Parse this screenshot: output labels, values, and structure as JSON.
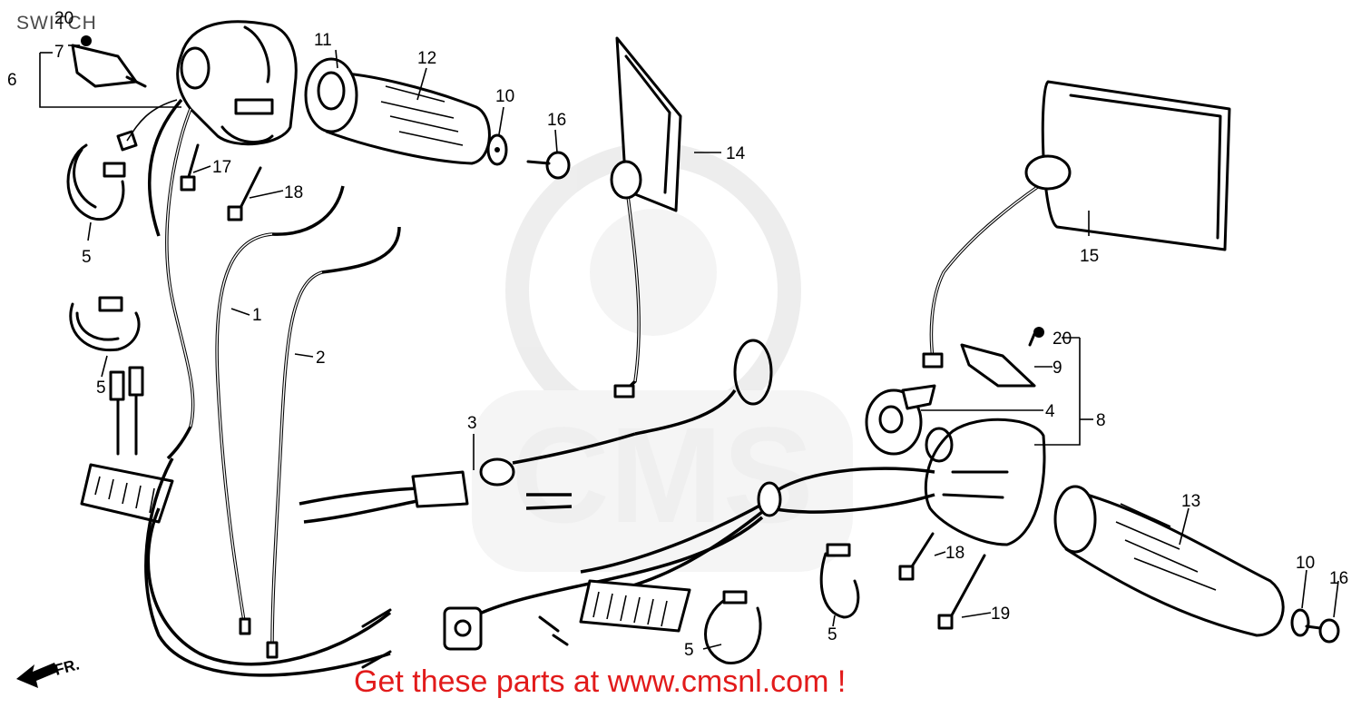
{
  "diagram": {
    "title": "SWITCH",
    "footer_text": "Get these parts at www.cmsnl.com !",
    "watermark_text": "CMS",
    "direction_label": "FR.",
    "callouts": {
      "c1": "1",
      "c2": "2",
      "c3": "3",
      "c4": "4",
      "c5a": "5",
      "c5b": "5",
      "c5c": "5",
      "c5d": "5",
      "c6": "6",
      "c7": "7",
      "c8": "8",
      "c9": "9",
      "c10a": "10",
      "c10b": "10",
      "c11": "11",
      "c12": "12",
      "c13": "13",
      "c14": "14",
      "c15": "15",
      "c16a": "16",
      "c16b": "16",
      "c17": "17",
      "c18a": "18",
      "c18b": "18",
      "c19": "19",
      "c20a": "20",
      "c20b": "20"
    },
    "colors": {
      "footer": "#e21b1b",
      "line": "#000000",
      "watermark": "#e6e6e6"
    }
  }
}
